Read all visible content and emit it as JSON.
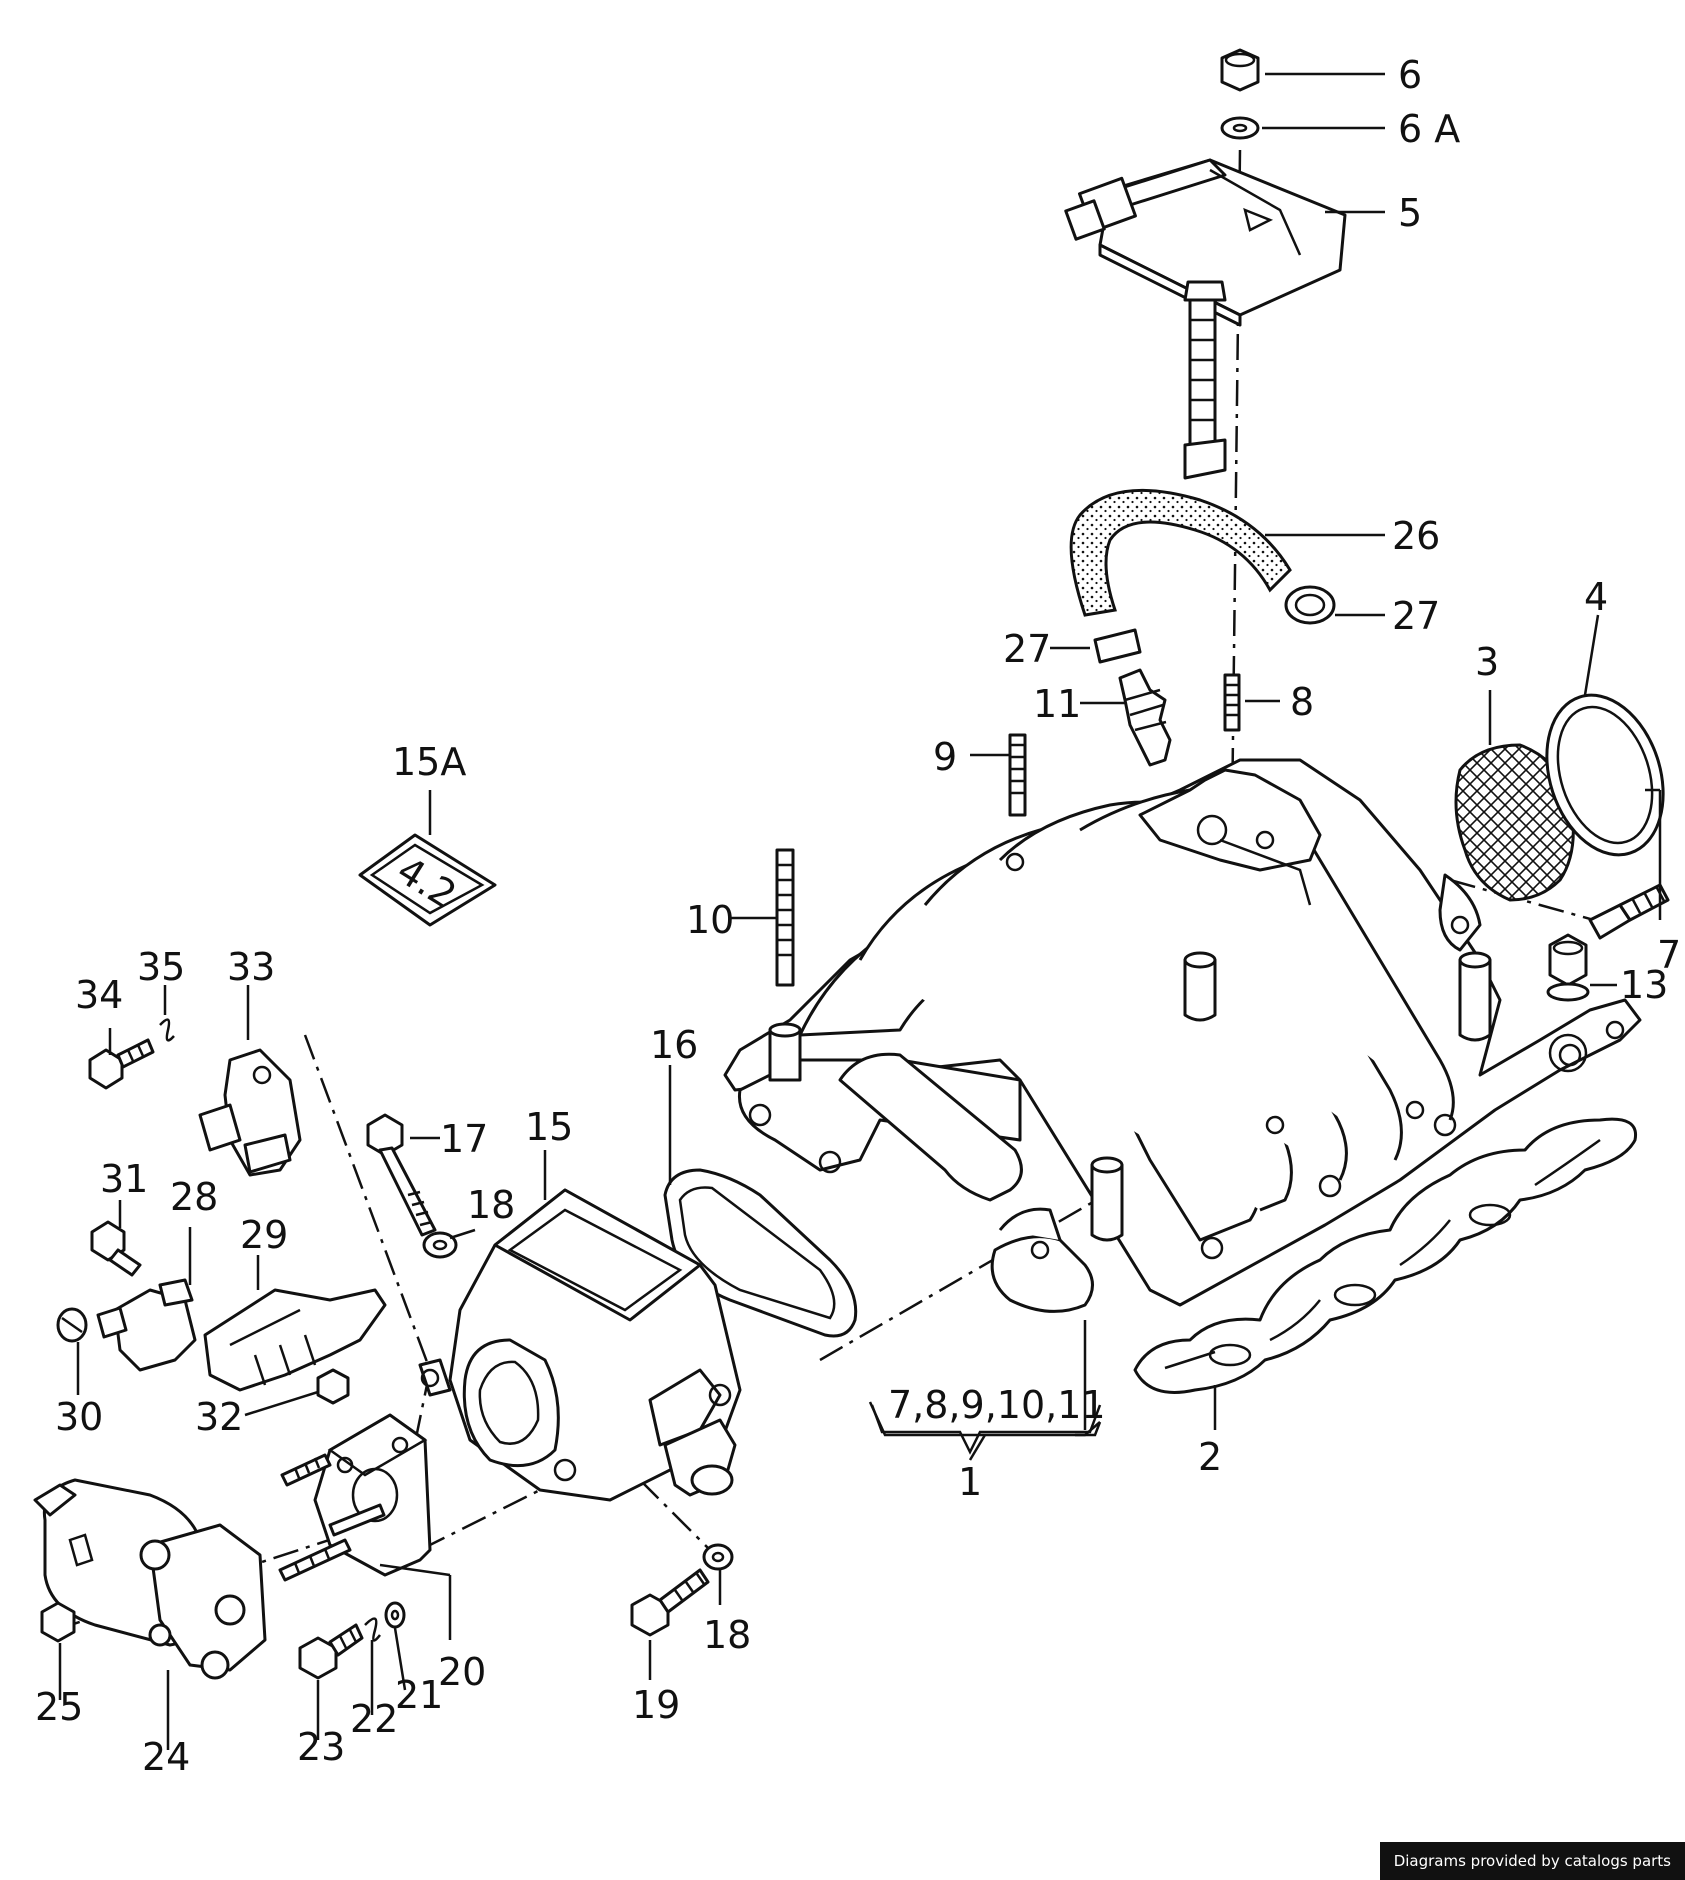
{
  "labels": {
    "p1": "1",
    "p1_group": "7,8,9,10,11",
    "p2": "2",
    "p3": "3",
    "p4": "4",
    "p5": "5",
    "p6": "6",
    "p6a": "6 A",
    "p7": "7",
    "p8": "8",
    "p9": "9",
    "p10": "10",
    "p11": "11",
    "p13": "13",
    "p15": "15",
    "p15a": "15A",
    "plate_text": "4.2",
    "p16": "16",
    "p17": "17",
    "p18_top": "18",
    "p18_bottom": "18",
    "p19": "19",
    "p20": "20",
    "p21": "21",
    "p22": "22",
    "p23": "23",
    "p24": "24",
    "p25": "25",
    "p26": "26",
    "p27_right": "27",
    "p27_left": "27",
    "p28": "28",
    "p29": "29",
    "p30": "30",
    "p31": "31",
    "p32": "32",
    "p33": "33",
    "p34": "34",
    "p35": "35"
  },
  "credit": "Diagrams provided by catalogs parts"
}
